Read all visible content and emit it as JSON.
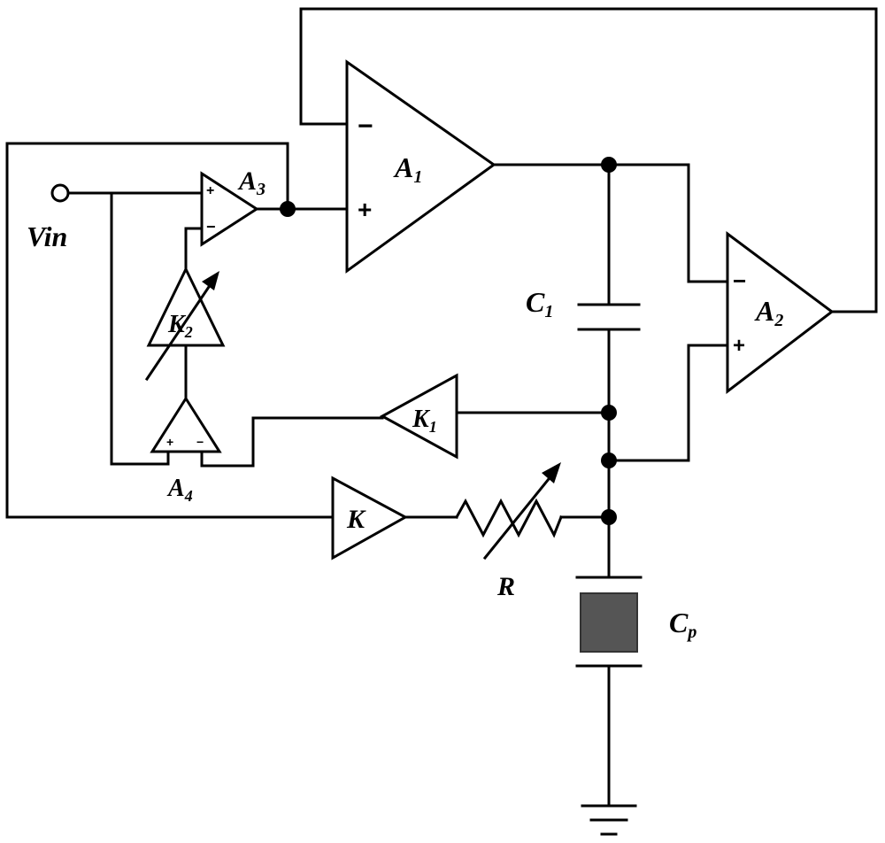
{
  "labels": {
    "vin": "Vin",
    "a1": "A",
    "a1_sub": "1",
    "a2": "A",
    "a2_sub": "2",
    "a3": "A",
    "a3_sub": "3",
    "a4": "A",
    "a4_sub": "4",
    "k": "K",
    "k1": "K",
    "k1_sub": "1",
    "k2": "K",
    "k2_sub": "2",
    "c1": "C",
    "c1_sub": "1",
    "cp": "C",
    "cp_sub": "p",
    "r": "R"
  },
  "signs": {
    "minus": "−",
    "plus": "+"
  },
  "colors": {
    "wire": "#000000",
    "cp_fill": "#555555"
  }
}
